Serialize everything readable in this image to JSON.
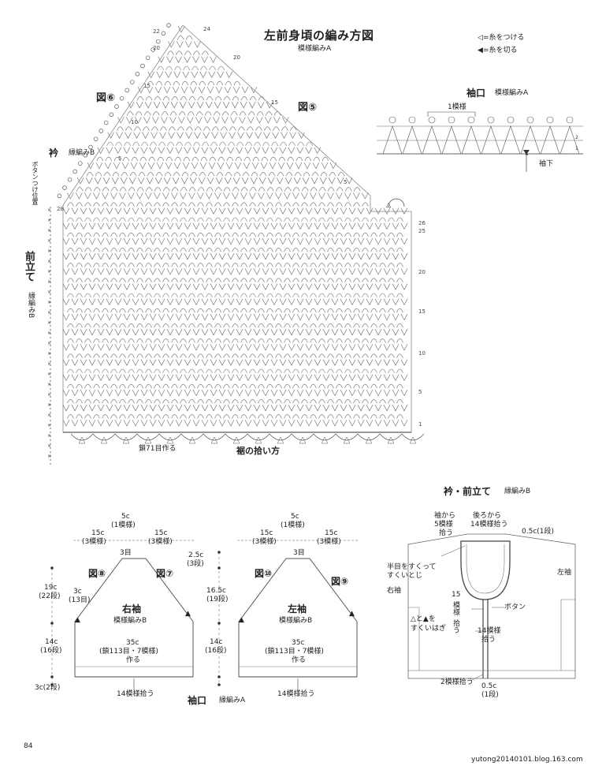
{
  "title": "左前身頃の編み方図",
  "title_sub": "模様編みA",
  "legend": {
    "attach": "=糸をつける",
    "cut": "=糸を切る"
  },
  "fig6": "図⑥",
  "fig5": "図⑤",
  "collar": "衿",
  "collar_pattern": "縁編みB",
  "button_pos": "ボタンつけ位置",
  "front_band": "前立て",
  "front_band_pattern": "縁編みB",
  "cuff_title": "袖口",
  "cuff_pattern": "模様編みA",
  "one_repeat": "1模様",
  "sleeve_bottom": "袖下",
  "chain_start": "鎖71目作る",
  "hem_pickup": "裾の拾い方",
  "row_nums_left": [
    "22",
    "20",
    "15",
    "10",
    "5"
  ],
  "row_nums_right": [
    "26",
    "25",
    "20",
    "15",
    "10",
    "5",
    "1"
  ],
  "top_row_num": "24",
  "row_28": "28",
  "right_sleeve": {
    "fig_a": "図⑧",
    "fig_b": "図⑦",
    "top": "5c",
    "top_sub": "(1模様)",
    "side_l": "15c",
    "side_l_sub": "(3模様)",
    "side_r": "15c",
    "side_r_sub": "(3模様)",
    "top_mark": "3目",
    "name": "右袖",
    "pattern": "模様編みB",
    "h1": "19c",
    "h1_sub": "(22段)",
    "h1b": "3c",
    "h1b_sub": "(13目)",
    "h2": "14c",
    "h2_sub": "(16段)",
    "h3": "3c(2段)",
    "width": "35c",
    "width_sub": "(鎖113目・7模様)",
    "width_make": "作る",
    "pickup": "14模様拾う",
    "cuff": "袖口",
    "cuff_pattern": "縁編みA"
  },
  "left_sleeve": {
    "fig_a": "図⑩",
    "fig_b": "図⑨",
    "top": "5c",
    "top_sub": "(1模様)",
    "side_l": "15c",
    "side_l_sub": "(3模様)",
    "side_r": "15c",
    "side_r_sub": "(3模様)",
    "top_mark": "3目",
    "name": "左袖",
    "pattern": "模様編みB",
    "right_top": "2.5c",
    "right_top_sub": "(3段)",
    "h1": "16.5c",
    "h1_sub": "(19段)",
    "h2": "14c",
    "h2_sub": "(16段)",
    "width": "35c",
    "width_sub": "(鎖113目・7模様)",
    "width_make": "作る",
    "pickup": "14模様拾う"
  },
  "band_diagram": {
    "title": "衿・前立て",
    "pattern": "縁編みB",
    "from_sleeve": "袖から",
    "five": "5模様",
    "pick": "拾う",
    "from_back": "後ろから",
    "fourteen": "14模様拾う",
    "half": "0.5c(1段)",
    "half_stitch": "半目をすくって",
    "close": "すくいとじ",
    "right_sleeve": "右袖",
    "left_sleeve": "左袖",
    "fifteen": "15",
    "fifteen_b": "模様",
    "fifteen_c": "拾う",
    "button": "ボタン",
    "marks": "△と▲を",
    "marks2": "すくいはぎ",
    "fourteen2": "14模様",
    "fourteen2_b": "拾う",
    "two": "2模様拾う",
    "bottom": "0.5c",
    "bottom_sub": "(1段)"
  },
  "page_number": "84",
  "credit": "yutong20140101.blog.163.com"
}
